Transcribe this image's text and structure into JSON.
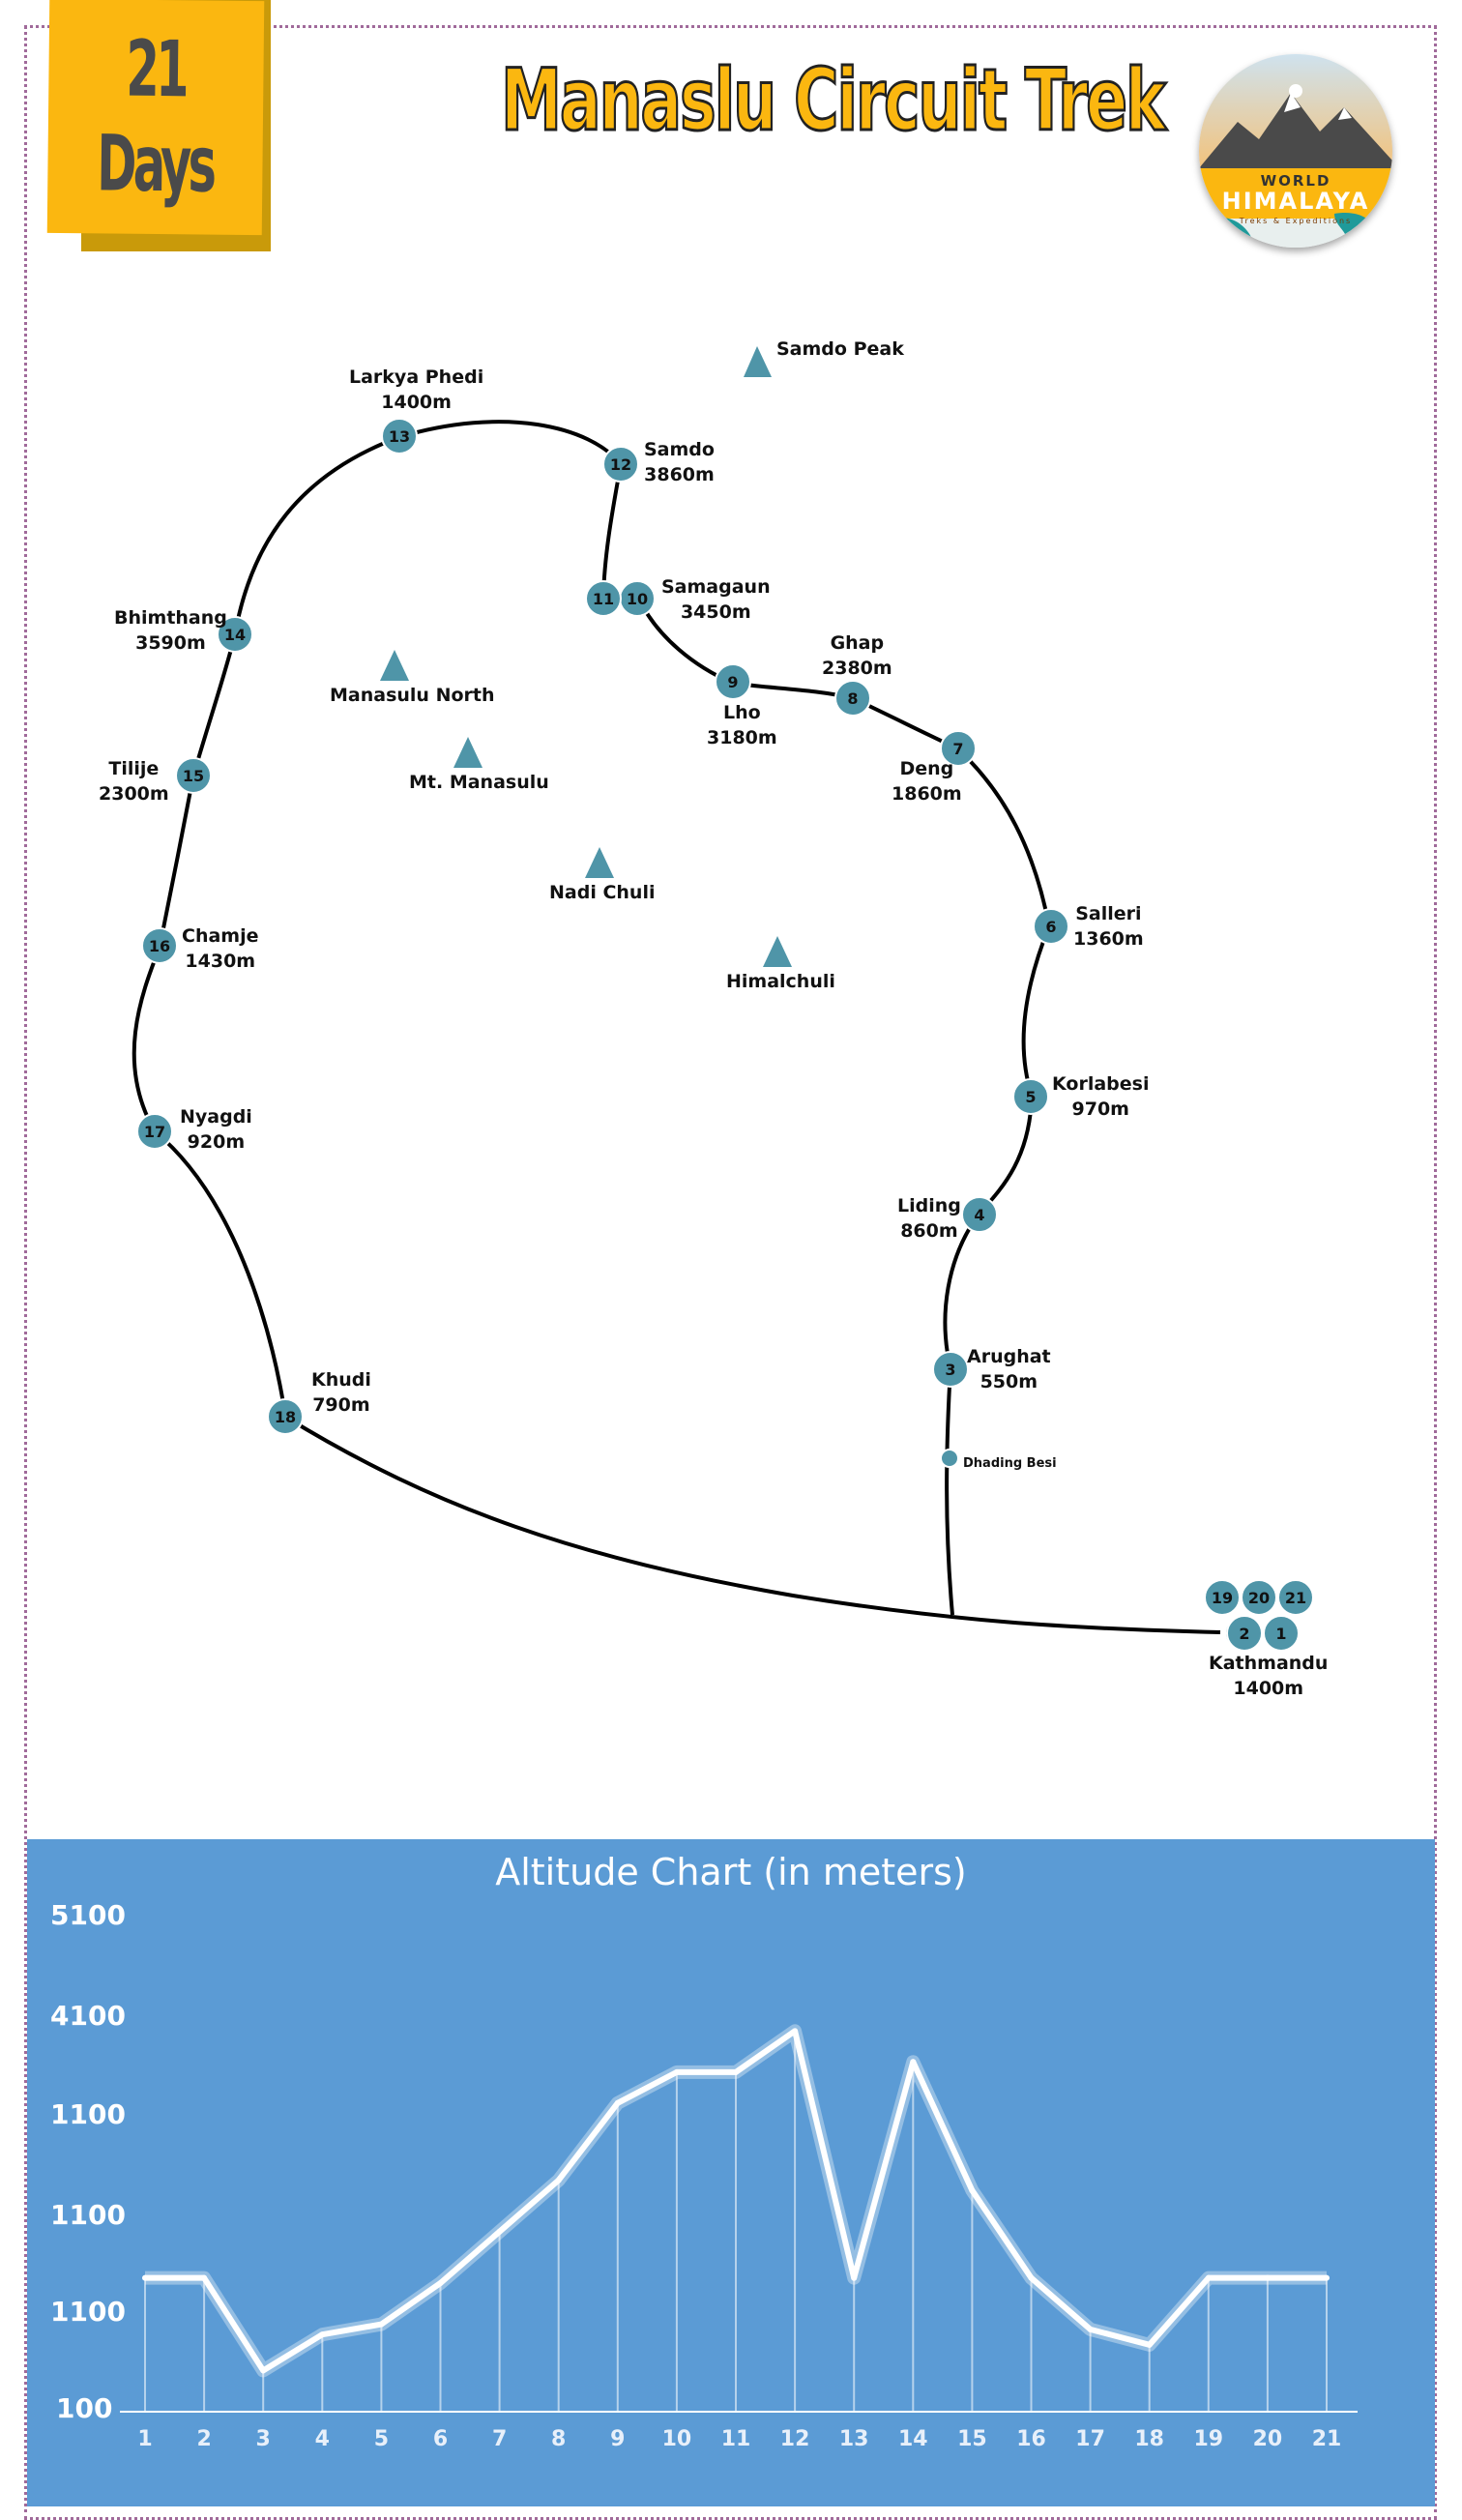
{
  "badge": {
    "number": "21",
    "label": "Days"
  },
  "title": "Manaslu Circuit Trek",
  "logo": {
    "line1": "WORLD",
    "line2": "HIMALAYA",
    "line3": "Treks & Expeditions"
  },
  "peaks": [
    {
      "id": "samdo-peak",
      "label": "Samdo Peak"
    },
    {
      "id": "manasulu-north",
      "label": "Manasulu North"
    },
    {
      "id": "mt-manasulu",
      "label": "Mt. Manasulu"
    },
    {
      "id": "nadi-chuli",
      "label": "Nadi Chuli"
    },
    {
      "id": "himalchuli",
      "label": "Himalchuli"
    }
  ],
  "stops": [
    {
      "num": "1",
      "name": "Kathmandu",
      "alt": "1400m"
    },
    {
      "num": "2",
      "name": "Kathmandu",
      "alt": "1400m"
    },
    {
      "num": "3",
      "name": "Arughat",
      "alt": "550m"
    },
    {
      "num": "4",
      "name": "Liding",
      "alt": "860m"
    },
    {
      "num": "5",
      "name": "Korlabesi",
      "alt": "970m"
    },
    {
      "num": "6",
      "name": "Salleri",
      "alt": "1360m"
    },
    {
      "num": "7",
      "name": "Deng",
      "alt": "1860m"
    },
    {
      "num": "8",
      "name": "Ghap",
      "alt": "2380m"
    },
    {
      "num": "9",
      "name": "Lho",
      "alt": "3180m"
    },
    {
      "num": "10",
      "name": "Samagaun",
      "alt": "3450m"
    },
    {
      "num": "11",
      "name": "Samagaun",
      "alt": "3450m"
    },
    {
      "num": "12",
      "name": "Samdo",
      "alt": "3860m"
    },
    {
      "num": "13",
      "name": "Larkya Phedi",
      "alt": "1400m"
    },
    {
      "num": "14",
      "name": "Bhimthang",
      "alt": "3590m"
    },
    {
      "num": "15",
      "name": "Tilije",
      "alt": "2300m"
    },
    {
      "num": "16",
      "name": "Chamje",
      "alt": "1430m"
    },
    {
      "num": "17",
      "name": "Nyagdi",
      "alt": "920m"
    },
    {
      "num": "18",
      "name": "Khudi",
      "alt": "790m"
    },
    {
      "num": "19",
      "name": "Kathmandu",
      "alt": "1400m"
    },
    {
      "num": "20",
      "name": "Kathmandu",
      "alt": "1400m"
    },
    {
      "num": "21",
      "name": "Kathmandu",
      "alt": "1400m"
    }
  ],
  "waypoint": {
    "label": "Dhading Besi"
  },
  "chart_data": {
    "type": "line",
    "title": "Altitude Chart (in meters)",
    "x": [
      "1",
      "2",
      "3",
      "4",
      "5",
      "6",
      "7",
      "8",
      "9",
      "10",
      "11",
      "12",
      "13",
      "14",
      "15",
      "16",
      "17",
      "18",
      "19",
      "20",
      "21"
    ],
    "y_tick_labels": [
      "100",
      "1100",
      "1100",
      "1100",
      "4100",
      "5100"
    ],
    "values_relative": [
      0.26,
      0.26,
      0.08,
      0.15,
      0.17,
      0.25,
      0.35,
      0.45,
      0.6,
      0.66,
      0.66,
      0.74,
      0.26,
      0.68,
      0.43,
      0.26,
      0.16,
      0.13,
      0.26,
      0.26,
      0.26
    ],
    "grid": false,
    "line_color": "#ffffff",
    "background": "#5b9bd5"
  },
  "colors": {
    "accent": "#fbb710",
    "node": "#4f95a8",
    "route": "#000000",
    "chart_bg": "#5b9bd5"
  }
}
